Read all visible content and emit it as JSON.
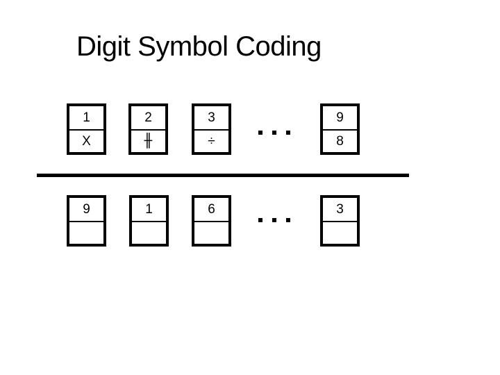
{
  "slide": {
    "title": "Digit Symbol Coding",
    "colors": {
      "background": "#ffffff",
      "ink": "#000000"
    },
    "key_row": {
      "ellipsis": "…",
      "pairs": [
        {
          "digit": "1",
          "symbol": "X"
        },
        {
          "digit": "2",
          "symbol": "╫"
        },
        {
          "digit": "3",
          "symbol": "÷"
        },
        {
          "digit": "9",
          "symbol": "8"
        }
      ]
    },
    "answer_row": {
      "ellipsis": "…",
      "items": [
        {
          "digit": "9",
          "answer": ""
        },
        {
          "digit": "1",
          "answer": ""
        },
        {
          "digit": "6",
          "answer": ""
        },
        {
          "digit": "3",
          "answer": ""
        }
      ]
    }
  }
}
